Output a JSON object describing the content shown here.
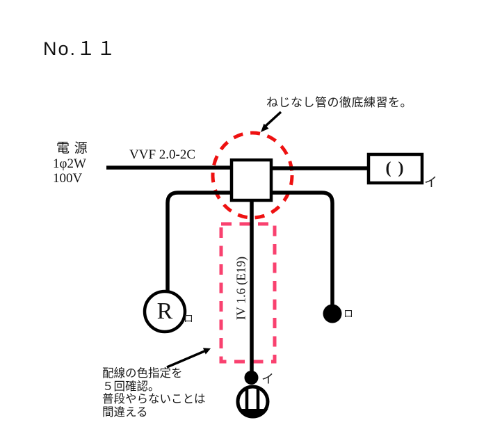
{
  "title": "No.１１",
  "notes": {
    "top": "ねじなし管の徹底練習を。",
    "bottom": [
      "配線の色指定を",
      "５回確認。",
      "普段やらないことは",
      "間違える"
    ]
  },
  "power": {
    "line1": "電 源",
    "line2": "1φ2W",
    "line3": "100V"
  },
  "wiring": {
    "cable_label": "VVF 2.0-2C",
    "conduit_label": "IV 1.6 (E19)"
  },
  "symbols": {
    "ceiling_rect_glyph": "( )",
    "receptacle_letter": "R"
  },
  "circuit_marks": {
    "switch_right": "イ",
    "receptacle": "ロ",
    "switch_bottom_right": "ロ",
    "light": "イ"
  },
  "colors": {
    "ink": "#1a1a1a",
    "line": "#000000",
    "highlight_red": "#ee1111",
    "highlight_pink": "#f9416f"
  }
}
